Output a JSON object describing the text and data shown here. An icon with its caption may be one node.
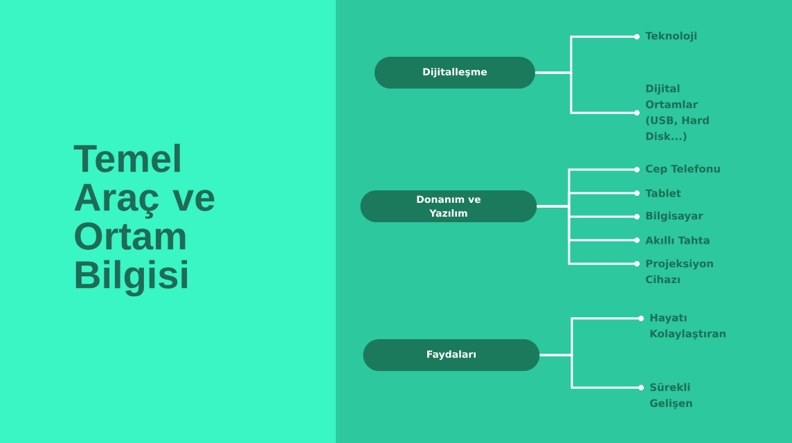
{
  "diagram": {
    "title": "Temel Araç ve Ortam Bilgisi",
    "nodes": [
      {
        "text": [
          "Dijitalleşme"
        ]
      },
      {
        "text": [
          "Teknoloji"
        ]
      },
      {
        "text": [
          "Dijital Ortamlar (USB, Hard Disk...)"
        ]
      },
      {
        "text": [
          "Donanım ve Yazılım"
        ]
      },
      {
        "text": [
          "Cep Telefonu"
        ]
      },
      {
        "text": [
          "Tablet"
        ]
      },
      {
        "text": [
          "Bilgisayar"
        ]
      },
      {
        "text": [
          "Akıllı Tahta"
        ]
      },
      {
        "text": [
          "Projeksiyon Cihazı"
        ]
      },
      {
        "text": [
          "Faydaları"
        ]
      },
      {
        "text": [
          "Hayatı Kolaylaştıran"
        ]
      },
      {
        "text": [
          "Sürekli Gelişen"
        ]
      }
    ],
    "edges": [
      {
        "from": 0,
        "to": 1,
        "arrow": "none"
      },
      {
        "from": 0,
        "to": 2,
        "arrow": "none"
      },
      {
        "from": 3,
        "to": 4,
        "arrow": "none"
      },
      {
        "from": 3,
        "to": 5,
        "arrow": "none"
      },
      {
        "from": 3,
        "to": 6,
        "arrow": "none"
      },
      {
        "from": 3,
        "to": 7,
        "arrow": "none"
      },
      {
        "from": 3,
        "to": 8,
        "arrow": "none"
      },
      {
        "from": 9,
        "to": 10,
        "arrow": "none"
      },
      {
        "from": 9,
        "to": 11,
        "arrow": "none"
      }
    ]
  }
}
